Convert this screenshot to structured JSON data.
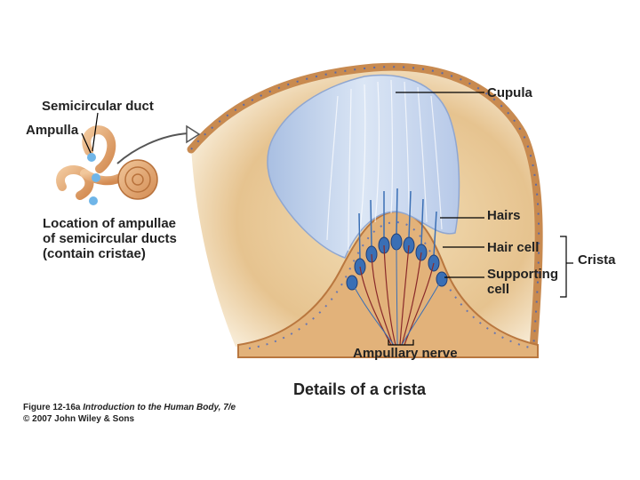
{
  "labels": {
    "semicircular_duct": "Semicircular duct",
    "ampulla": "Ampulla",
    "location_line1": "Location of ampullae",
    "location_line2": "of semicircular ducts",
    "location_line3": "(contain cristae)",
    "cupula": "Cupula",
    "hairs": "Hairs",
    "hair_cell": "Hair cell",
    "crista": "Crista",
    "supporting_line1": "Supporting",
    "supporting_line2": "cell",
    "ampullary_nerve": "Ampullary nerve",
    "title": "Details of a crista"
  },
  "caption": {
    "figure_ref": "Figure 12-16a",
    "book_title": "Introduction to the Human Body, 7/e",
    "copyright": "© 2007 John Wiley & Sons"
  },
  "colors": {
    "tissue": "#e8c894",
    "membrane": "#c88a50",
    "cupula": "#c9d8ee",
    "hair_cell": "#3a6fb5",
    "nerve": "#8a2a2a",
    "line": "#000000"
  }
}
